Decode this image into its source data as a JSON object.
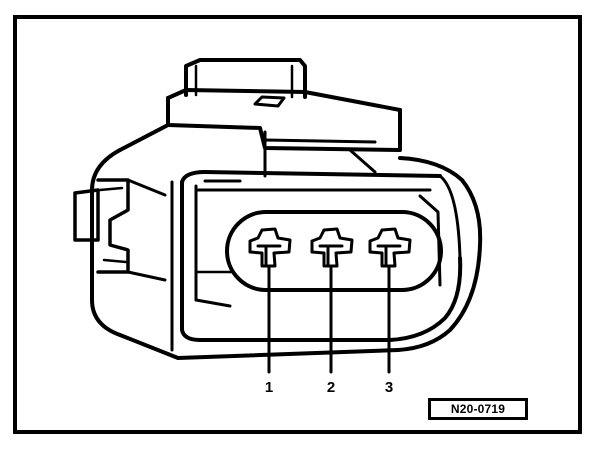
{
  "figure": {
    "reference_code": "N20-0719",
    "ink_color": "#000000",
    "paper_color": "#ffffff"
  },
  "connector": {
    "pins": [
      {
        "label": "1"
      },
      {
        "label": "2"
      },
      {
        "label": "3"
      }
    ]
  }
}
